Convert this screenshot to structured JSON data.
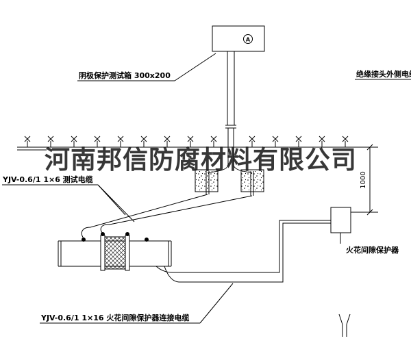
{
  "diagram": {
    "watermark": "河南邦信防腐材料有限公司",
    "ammeter_letter": "A",
    "labels": {
      "test_box": "阴极保护测试箱 300x200",
      "outside_cable": "绝缘接头外侧电缆",
      "test_cable": "YJV-0.6/1 1×6  测试电缆",
      "spark_gap": "火花间隙保护器",
      "connection_cable": "YJV-0.6/1 1×16  火花间隙保护器连接电缆"
    },
    "dimensions": {
      "depth": "1000"
    },
    "colors": {
      "line": "#000000",
      "background": "#ffffff",
      "watermark": "#1c1c1c"
    }
  }
}
